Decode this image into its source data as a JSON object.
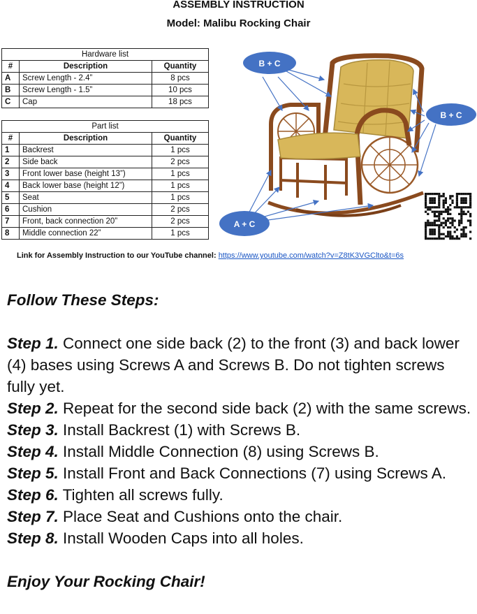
{
  "header": {
    "title": "ASSEMBLY INSTRUCTION",
    "model": "Model: Malibu Rocking Chair"
  },
  "hardware_list": {
    "caption": "Hardware list",
    "columns": [
      "#",
      "Description",
      "Quantity"
    ],
    "rows": [
      {
        "id": "A",
        "description": "Screw Length - 2.4”",
        "quantity": "8 pcs"
      },
      {
        "id": "B",
        "description": "Screw Length - 1.5”",
        "quantity": "10 pcs"
      },
      {
        "id": "C",
        "description": "Cap",
        "quantity": "18 pcs"
      }
    ]
  },
  "part_list": {
    "caption": "Part list",
    "columns": [
      "#",
      "Description",
      "Quantity"
    ],
    "rows": [
      {
        "id": "1",
        "description": "Backrest",
        "quantity": "1 pcs"
      },
      {
        "id": "2",
        "description": "Side back",
        "quantity": "2 pcs"
      },
      {
        "id": "3",
        "description": "Front lower base (height 13”)",
        "quantity": "1 pcs"
      },
      {
        "id": "4",
        "description": "Back lower base (height 12”)",
        "quantity": "1 pcs"
      },
      {
        "id": "5",
        "description": "Seat",
        "quantity": "1 pcs"
      },
      {
        "id": "6",
        "description": "Cushion",
        "quantity": "2 pcs"
      },
      {
        "id": "7",
        "description": "Front, back connection 20”",
        "quantity": "2 pcs"
      },
      {
        "id": "8",
        "description": "Middle connection 22”",
        "quantity": "1 pcs"
      }
    ]
  },
  "illustration": {
    "callouts": [
      "B + C",
      "B + C",
      "A + C"
    ],
    "colors": {
      "callout": "#4472c4",
      "cushion": "#d8b75a",
      "rattan": "#8a4a1e"
    }
  },
  "link": {
    "label": "Link for Assembly Instruction to our YouTube channel:",
    "url": "https://www.youtube.com/watch?v=Z8tK3VGClto&t=6s"
  },
  "steps_heading": "Follow These Steps:",
  "steps": [
    {
      "label": "Step 1.",
      "text": "Connect one side back (2) to the front (3) and back lower (4) bases using Screws A and Screws B. Do not tighten screws fully yet."
    },
    {
      "label": "Step 2.",
      "text": "Repeat for the second side back (2) with the same screws."
    },
    {
      "label": "Step 3.",
      "text": "Install Backrest (1) with Screws B."
    },
    {
      "label": "Step 4.",
      "text": "Install Middle Connection (8) using Screws B."
    },
    {
      "label": "Step 5.",
      "text": "Install Front and Back Connections (7) using Screws A."
    },
    {
      "label": "Step 6.",
      "text": "Tighten all screws fully."
    },
    {
      "label": "Step 7.",
      "text": "Place Seat and Cushions onto the chair."
    },
    {
      "label": "Step 8.",
      "text": "Install Wooden Caps into all holes."
    }
  ],
  "closing": "Enjoy Your Rocking Chair!"
}
